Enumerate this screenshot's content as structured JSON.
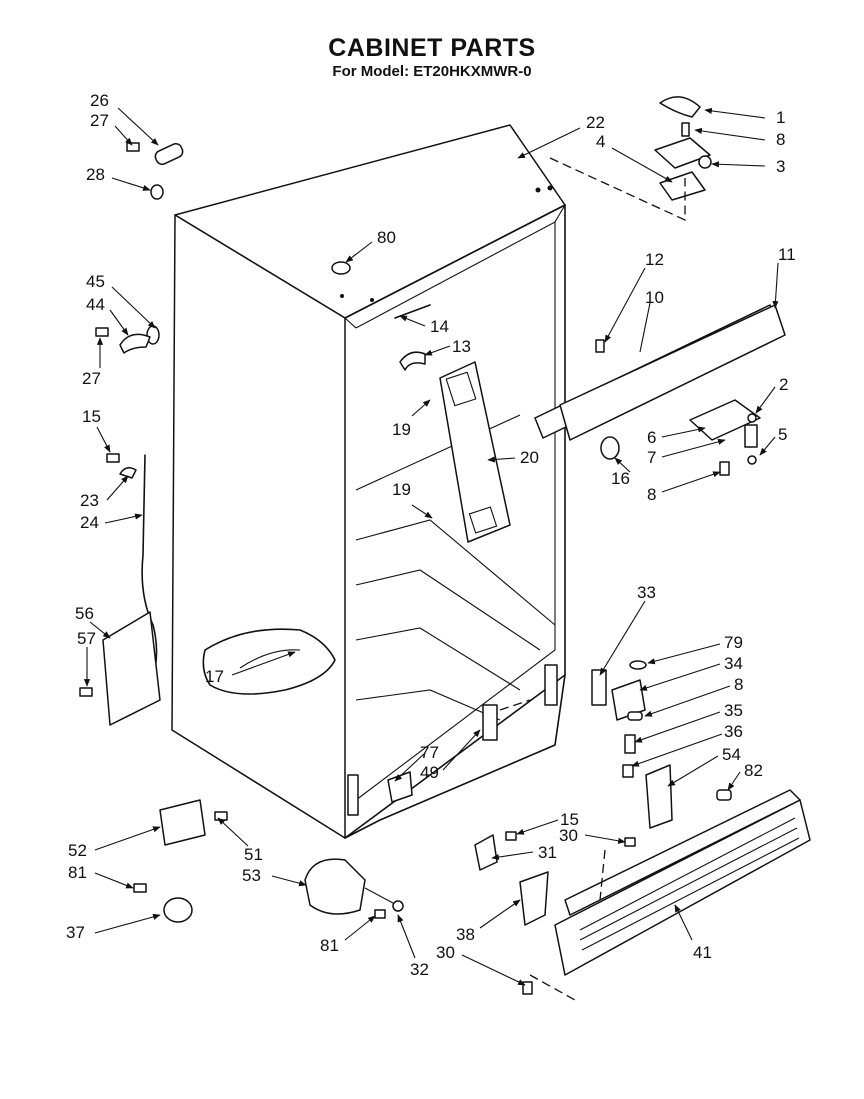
{
  "header": {
    "title": "CABINET PARTS",
    "subtitle": "For Model: ET20HKXMWR-0"
  },
  "callouts": [
    {
      "id": "c26",
      "label": "26"
    },
    {
      "id": "c27a",
      "label": "27"
    },
    {
      "id": "c28",
      "label": "28"
    },
    {
      "id": "c45",
      "label": "45"
    },
    {
      "id": "c44",
      "label": "44"
    },
    {
      "id": "c27b",
      "label": "27"
    },
    {
      "id": "c15a",
      "label": "15"
    },
    {
      "id": "c23",
      "label": "23"
    },
    {
      "id": "c24",
      "label": "24"
    },
    {
      "id": "c56",
      "label": "56"
    },
    {
      "id": "c57",
      "label": "57"
    },
    {
      "id": "c17",
      "label": "17"
    },
    {
      "id": "c80",
      "label": "80"
    },
    {
      "id": "c14",
      "label": "14"
    },
    {
      "id": "c13",
      "label": "13"
    },
    {
      "id": "c19a",
      "label": "19"
    },
    {
      "id": "c19b",
      "label": "19"
    },
    {
      "id": "c20",
      "label": "20"
    },
    {
      "id": "c22",
      "label": "22"
    },
    {
      "id": "c1",
      "label": "1"
    },
    {
      "id": "c8a",
      "label": "8"
    },
    {
      "id": "c4",
      "label": "4"
    },
    {
      "id": "c3",
      "label": "3"
    },
    {
      "id": "c12",
      "label": "12"
    },
    {
      "id": "c10",
      "label": "10"
    },
    {
      "id": "c11",
      "label": "11"
    },
    {
      "id": "c2",
      "label": "2"
    },
    {
      "id": "c6",
      "label": "6"
    },
    {
      "id": "c5",
      "label": "5"
    },
    {
      "id": "c7",
      "label": "7"
    },
    {
      "id": "c16",
      "label": "16"
    },
    {
      "id": "c8b",
      "label": "8"
    },
    {
      "id": "c33",
      "label": "33"
    },
    {
      "id": "c79",
      "label": "79"
    },
    {
      "id": "c34",
      "label": "34"
    },
    {
      "id": "c8c",
      "label": "8"
    },
    {
      "id": "c35",
      "label": "35"
    },
    {
      "id": "c36",
      "label": "36"
    },
    {
      "id": "c54",
      "label": "54"
    },
    {
      "id": "c82",
      "label": "82"
    },
    {
      "id": "c77",
      "label": "77"
    },
    {
      "id": "c49",
      "label": "49"
    },
    {
      "id": "c52",
      "label": "52"
    },
    {
      "id": "c51",
      "label": "51"
    },
    {
      "id": "c81a",
      "label": "81"
    },
    {
      "id": "c53",
      "label": "53"
    },
    {
      "id": "c37",
      "label": "37"
    },
    {
      "id": "c81b",
      "label": "81"
    },
    {
      "id": "c32",
      "label": "32"
    },
    {
      "id": "c15b",
      "label": "15"
    },
    {
      "id": "c30a",
      "label": "30"
    },
    {
      "id": "c31",
      "label": "31"
    },
    {
      "id": "c38",
      "label": "38"
    },
    {
      "id": "c30b",
      "label": "30"
    },
    {
      "id": "c41",
      "label": "41"
    }
  ]
}
